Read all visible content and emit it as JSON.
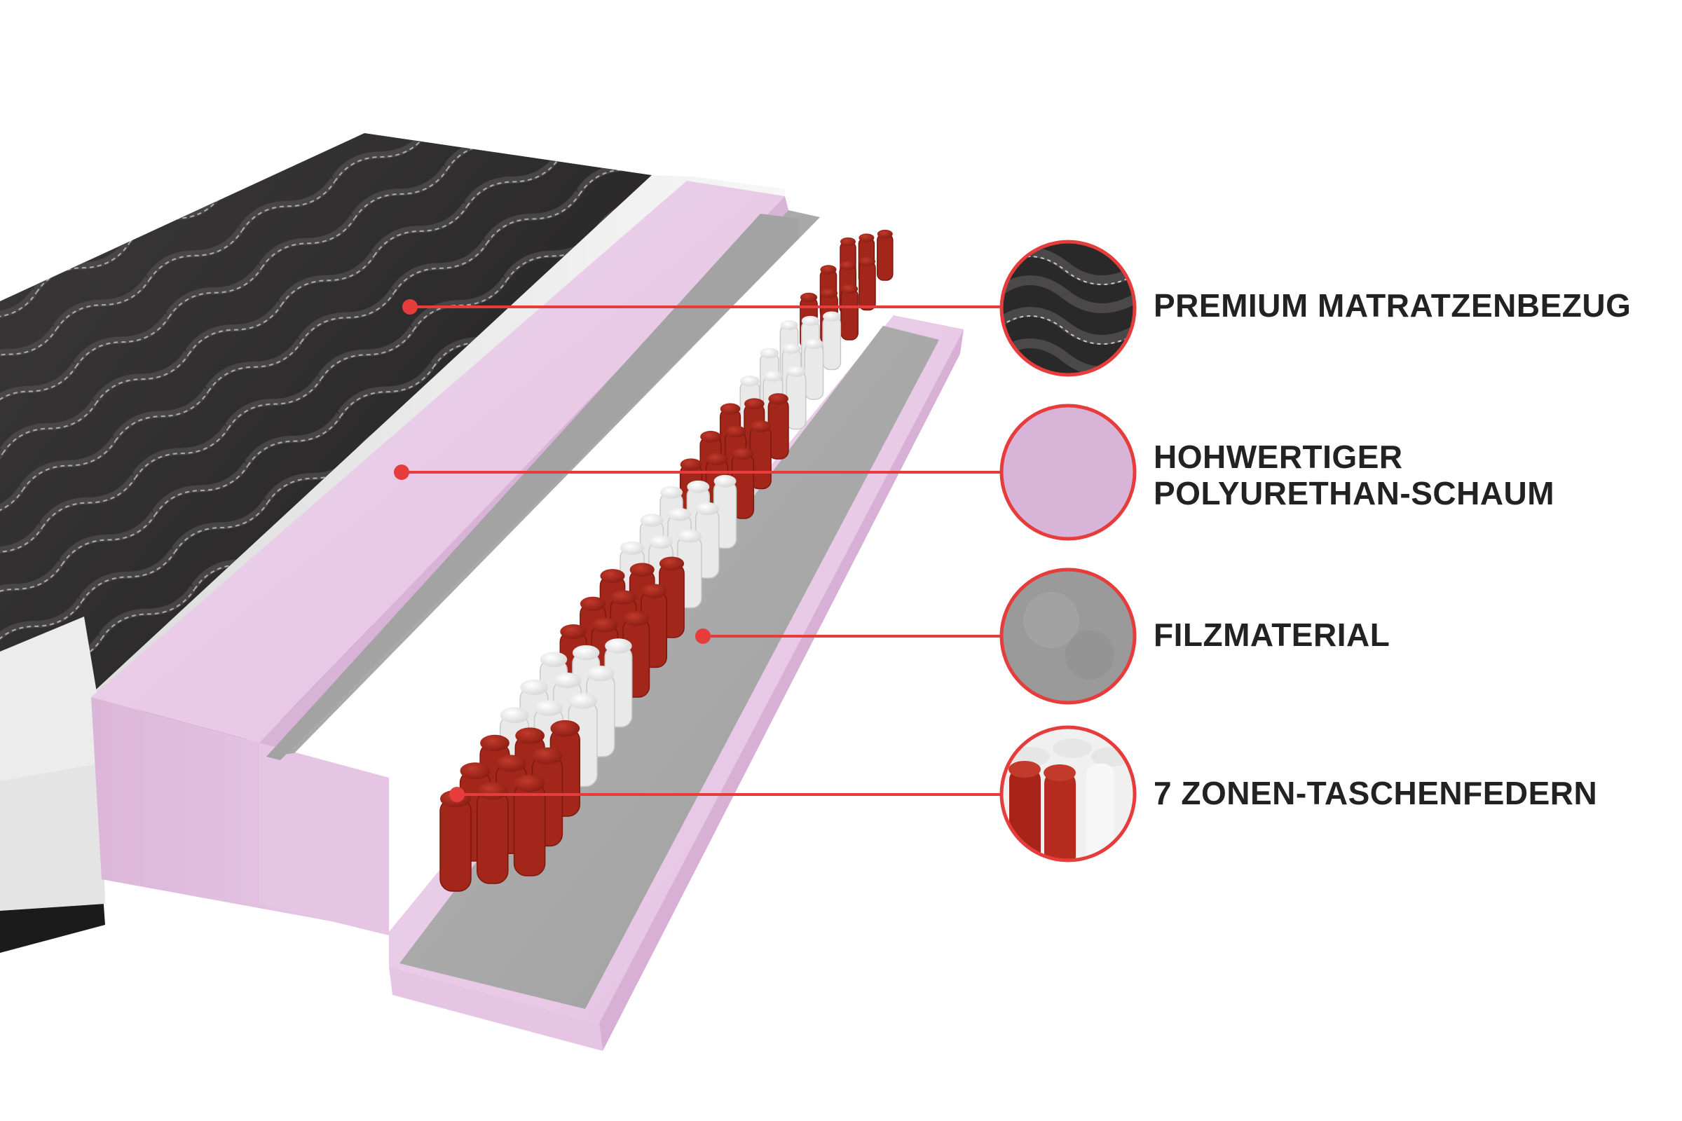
{
  "layers": [
    {
      "lines": [
        "PREMIUM MATRATZENBEZUG"
      ],
      "icon": "black-quilted-fabric-swatch"
    },
    {
      "lines": [
        "HOHWERTIGER",
        "POLYURETHAN-SCHAUM"
      ],
      "icon": "lilac-foam-swatch"
    },
    {
      "lines": [
        "FILZMATERIAL"
      ],
      "icon": "grey-felt-swatch"
    },
    {
      "lines": [
        "7 ZONEN-TASCHENFEDERN"
      ],
      "icon": "pocket-springs-swatch"
    }
  ],
  "colors": {
    "accent": "#e63c3c",
    "text": "#222222",
    "cover": "#2b2a2a",
    "quilt_stitch": "#bdbdbd",
    "white_foam": "#eeeeee",
    "lilac_foam": "#e8c8e6",
    "felt": "#a8a8a8",
    "spring_red": "#a82418",
    "spring_white": "#f2f2f2"
  }
}
